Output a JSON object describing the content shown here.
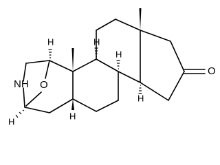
{
  "molecule": {
    "atoms": {
      "oxygen_ketone": "O",
      "oxygen_bridge": "O",
      "nitrogen": "NH",
      "hydrogens": [
        "H",
        "H",
        "H",
        "H",
        "H",
        "H"
      ]
    }
  }
}
